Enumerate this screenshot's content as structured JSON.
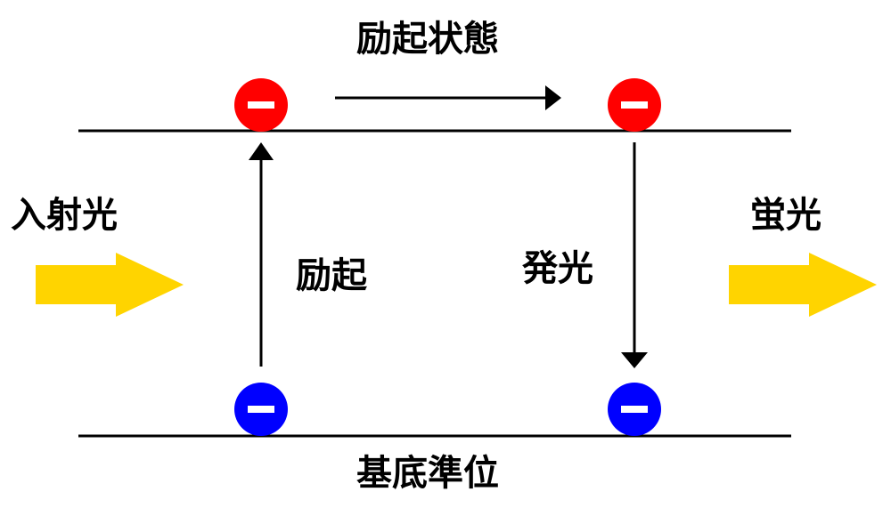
{
  "labels": {
    "excited_state": "励起状態",
    "ground_state": "基底準位",
    "incident_light": "入射光",
    "fluorescence": "蛍光",
    "excitation": "励起",
    "emission": "発光"
  },
  "electron_symbol": "−",
  "colors": {
    "excited_electron": "#ff0000",
    "ground_electron": "#0000ff",
    "light_arrow": "#ffd400",
    "line": "#000000",
    "electron_sign": "#ffffff"
  }
}
